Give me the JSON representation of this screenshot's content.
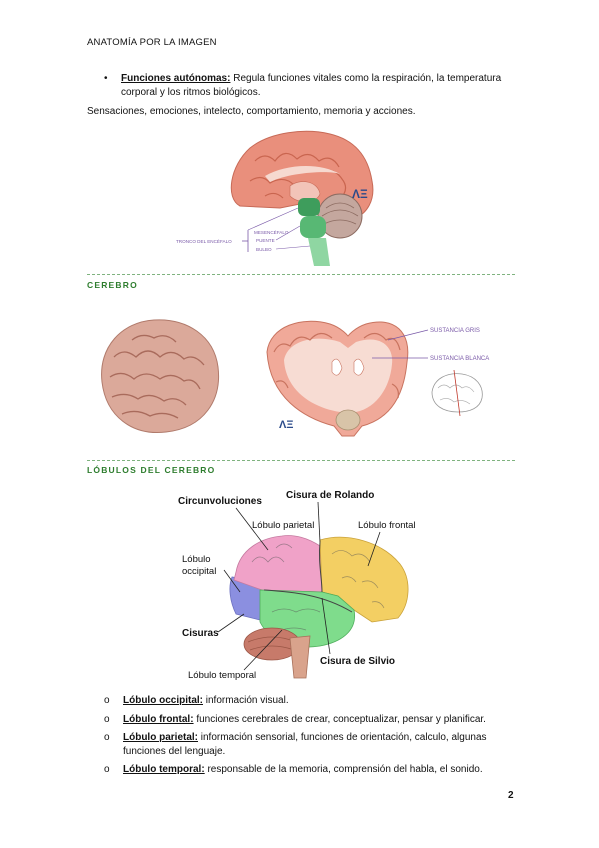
{
  "header": {
    "title": "ANATOMÍA POR LA IMAGEN"
  },
  "top_bullet": {
    "term": "Funciones autónomas:",
    "text": " Regula funciones vitales como la respiración, la temperatura corporal y los ritmos biológicos."
  },
  "sensaciones": "Sensaciones, emociones, intelecto, comportamiento, memoria y acciones.",
  "brainstem_figure": {
    "tronco": "TRONCO DEL ENCÉFALO",
    "mesencefalo": "MESENCÉFALO",
    "puente": "PUENTE",
    "bulbo": "BULBO",
    "logo": "ΛΞ"
  },
  "section_cerebro": {
    "title": "CEREBRO"
  },
  "cerebro_figure": {
    "sustancia_gris": "SUSTANCIA GRIS",
    "sustancia_blanca": "SUSTANCIA BLANCA",
    "logo": "ΛΞ"
  },
  "section_lobulos": {
    "title": "LÓBULOS DEL CEREBRO"
  },
  "lobes_figure": {
    "circunvoluciones": "Circunvoluciones",
    "cisura_rolando": "Cisura de Rolando",
    "lobulo_parietal": "Lóbulo parietal",
    "lobulo_frontal": "Lóbulo frontal",
    "lobulo_occipital_1": "Lóbulo",
    "lobulo_occipital_2": "occipital",
    "cisuras": "Cisuras",
    "cisura_silvio": "Cisura de Silvio",
    "lobulo_temporal": "Lóbulo temporal"
  },
  "lobes_list": [
    {
      "term": "Lóbulo occipital:",
      "text": " información visual."
    },
    {
      "term": "Lóbulo frontal:",
      "text": " funciones cerebrales de crear, conceptualizar, pensar y planificar."
    },
    {
      "term": "Lóbulo parietal:",
      "text": " información sensorial, funciones de orientación, calculo, algunas funciones del lenguaje."
    },
    {
      "term": "Lóbulo temporal:",
      "text": " responsable de la memoria, comprensión del habla, el sonido."
    }
  ],
  "page_number": "2"
}
